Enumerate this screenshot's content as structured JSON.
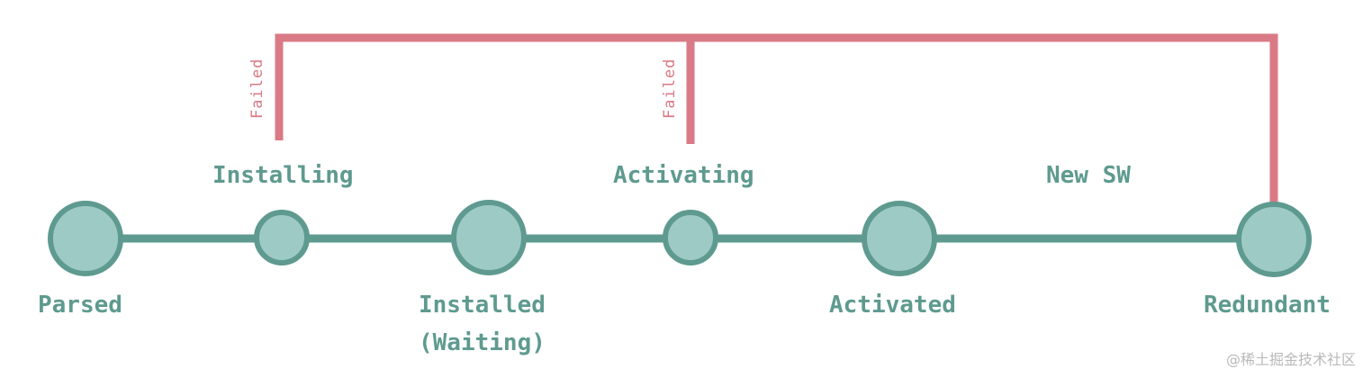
{
  "colors": {
    "flow": "#5e9a8f",
    "node_fill": "#9ecac6",
    "failure": "#d97a86"
  },
  "states": {
    "parsed": "Parsed",
    "installing": "Installing",
    "installed_line1": "Installed",
    "installed_line2": "(Waiting)",
    "activating": "Activating",
    "activated": "Activated",
    "new_sw": "New SW",
    "redundant": "Redundant"
  },
  "failure_labels": {
    "install_failed": "Failed",
    "activate_failed": "Failed"
  },
  "watermark": "@稀土掘金技术社区"
}
